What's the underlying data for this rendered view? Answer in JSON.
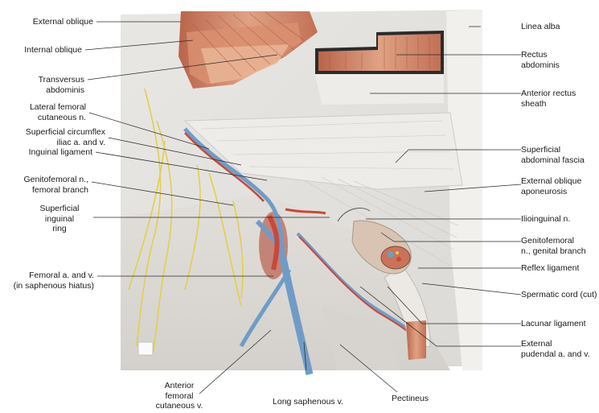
{
  "labels": {
    "external_oblique": "External oblique",
    "internal_oblique": "Internal oblique",
    "transversus_abdominis_1": "Transversus",
    "transversus_abdominis_2": "abdominis",
    "lateral_femoral_1": "Lateral femoral",
    "lateral_femoral_2": "cutaneous n.",
    "superficial_circumflex_1": "Superficial circumflex",
    "superficial_circumflex_2": "iliac a. and v.",
    "inguinal_ligament": "Inguinal ligament",
    "genitofemoral_femoral_1": "Genitofemoral n.,",
    "genitofemoral_femoral_2": "femoral branch",
    "superficial_inguinal_ring_1": "Superficial",
    "superficial_inguinal_ring_2": "inguinal",
    "superficial_inguinal_ring_3": "ring",
    "femoral_av_1": "Femoral a. and v.",
    "femoral_av_2": "(in saphenous hiatus)",
    "anterior_femoral_1": "Anterior",
    "anterior_femoral_2": "femoral",
    "anterior_femoral_3": "cutaneous v.",
    "long_saphenous": "Long saphenous v.",
    "pectineus": "Pectineus",
    "linea_alba": "Linea alba",
    "rectus_abdominis_1": "Rectus",
    "rectus_abdominis_2": "abdominis",
    "anterior_rectus_sheath_1": "Anterior rectus",
    "anterior_rectus_sheath_2": "sheath",
    "superficial_abdominal_fascia_1": "Superficial",
    "superficial_abdominal_fascia_2": "abdominal fascia",
    "external_oblique_aponeurosis_1": "External oblique",
    "external_oblique_aponeurosis_2": "aponeurosis",
    "ilioinguinal": "Ilioinguinal n.",
    "genitofemoral_genital_1": "Genitofemoral",
    "genitofemoral_genital_2": "n., genital branch",
    "reflex_ligament": "Reflex ligament",
    "spermatic_cord": "Spermatic cord (cut)",
    "lacunar_ligament": "Lacunar ligament",
    "external_pudendal_1": "External",
    "external_pudendal_2": "pudendal a. and v."
  },
  "colors": {
    "fascia": "#e4e2de",
    "fascia_light": "#f1efec",
    "muscle": "#c9745a",
    "muscle_light": "#e2a487",
    "artery": "#c9483c",
    "vein": "#6f9cc6",
    "nerve": "#e3cf4a",
    "leader": "#2a2a2a"
  }
}
